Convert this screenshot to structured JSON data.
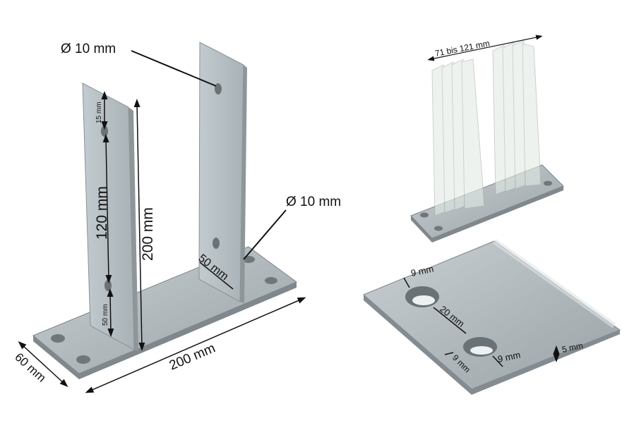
{
  "left_bracket": {
    "hole_top_label": "Ø 10 mm",
    "hole_base_label": "Ø 10 mm",
    "top_offset": "15 mm",
    "hole_spacing": "120 mm",
    "bottom_offset": "50 mm",
    "height": "200 mm",
    "plate_to_hole": "50 mm",
    "length": "200 mm",
    "width": "60 mm"
  },
  "adjustable_view": {
    "range_label": "71 bis 121 mm"
  },
  "base_plate_detail": {
    "edge_top": "9 mm",
    "hole_spacing": "20 mm",
    "edge_left": "9 mm",
    "edge_right": "9 mm",
    "thickness": "5 mm"
  },
  "colors": {
    "metal": "#b9c0c4",
    "metal_dark": "#8f979c",
    "glass": "#dfe7e3"
  }
}
